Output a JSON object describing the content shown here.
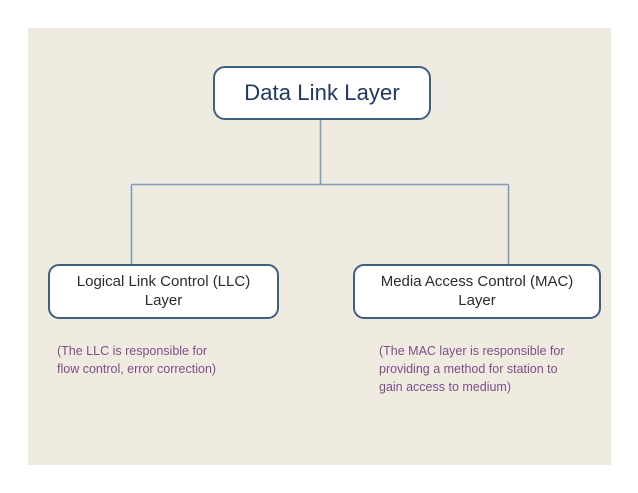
{
  "slide": {
    "background_color": "#EFEBE1",
    "page_background_color": "#FFFFFF"
  },
  "diagram": {
    "type": "hierarchy",
    "connector_color": "#7F9DB9",
    "node_border_color": "#40607F",
    "node_fill_color": "#FFFFFF",
    "root": {
      "id": "data-link-layer",
      "label": "Data Link Layer",
      "text_color": "#1F3864"
    },
    "children": [
      {
        "id": "llc",
        "label": "Logical Link Control (LLC) Layer",
        "text_color": "#2B2B2B",
        "caption": "(The LLC is responsible for\nflow control, error correction)",
        "caption_color": "#7C4F87"
      },
      {
        "id": "mac",
        "label": "Media Access Control (MAC) Layer",
        "text_color": "#2B2B2B",
        "caption": "(The MAC layer is responsible for\nproviding a method for station to\ngain access to medium)",
        "caption_color": "#7C4F87"
      }
    ]
  }
}
